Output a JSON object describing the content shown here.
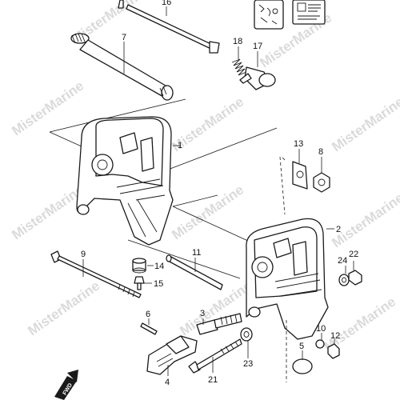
{
  "watermark": "MisterMarine",
  "fwd_label": "FWD",
  "callouts": {
    "p1": "1",
    "p2": "2",
    "p3": "3",
    "p4": "4",
    "p5": "5",
    "p6": "6",
    "p7": "7",
    "p8": "8",
    "p9": "9",
    "p10": "10",
    "p11": "11",
    "p12": "12",
    "p13": "13",
    "p14": "14",
    "p15": "15",
    "p16": "16",
    "p17": "17",
    "p18": "18",
    "p21": "21",
    "p22": "22",
    "p23": "23",
    "p24": "24"
  }
}
